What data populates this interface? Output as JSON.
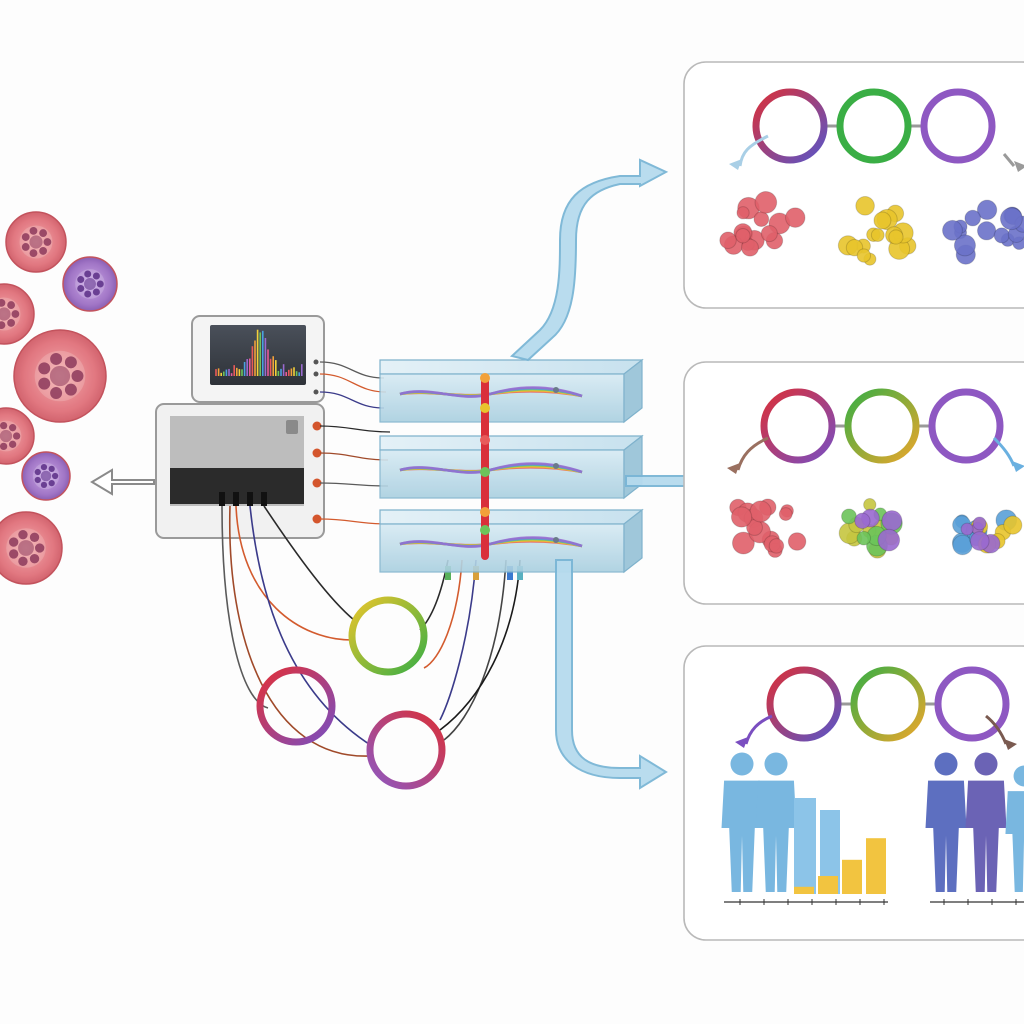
{
  "colors": {
    "background": "#fdfdfd",
    "cell_red": "#e0707a",
    "cell_purple": "#9d6fc4",
    "cell_yellow": "#e8c52c",
    "cell_blue": "#6b72c9",
    "flow_arrow": "#a9d3ea",
    "flow_arrow_stroke": "#6aa8cc",
    "panel_border": "#b9b9b9",
    "slab_fill": "#bcdbe9",
    "device_body": "#e9e9e9",
    "screen_dark": "#3a3f47",
    "person_blue": "#6fb0dc",
    "person_purple": "#6b63b5",
    "bar_yellow": "#f2c440",
    "bar_blue": "#8cc4e8"
  },
  "icons": {
    "source_cells": "cell-cluster-icon",
    "device": "analyzer-instrument-icon",
    "slabs": "sequencing-layers-icon",
    "rings": "ring-icon",
    "people": "person-icon",
    "bars": "bar-icon"
  },
  "panels": [
    {
      "name": "panel-cell-clusters",
      "ring_colors": [
        [
          "#d9303a",
          "#5a55c7"
        ],
        [
          "#3aae45",
          "#3aae45"
        ],
        [
          "#8e58c2",
          "#8e58c2"
        ]
      ],
      "cluster_colors": [
        "#e0606a",
        "#e8c52c",
        "#6b72c9"
      ]
    },
    {
      "name": "panel-mixed-clusters",
      "ring_colors": [
        [
          "#d9303a",
          "#7a4ec0"
        ],
        [
          "#3aae45",
          "#e8a72c"
        ],
        [
          "#8e58c2",
          "#8e58c2"
        ]
      ],
      "cluster_colors": [
        "#e0606a",
        "#c6c640",
        "#5aa0d8"
      ]
    },
    {
      "name": "panel-population",
      "ring_colors": [
        [
          "#d9303a",
          "#5a55c7"
        ],
        [
          "#3aae45",
          "#e8a72c"
        ],
        [
          "#8e58c2",
          "#8e58c2"
        ]
      ],
      "bar_values": [
        0.08,
        0.2,
        0.38,
        0.62
      ]
    }
  ]
}
